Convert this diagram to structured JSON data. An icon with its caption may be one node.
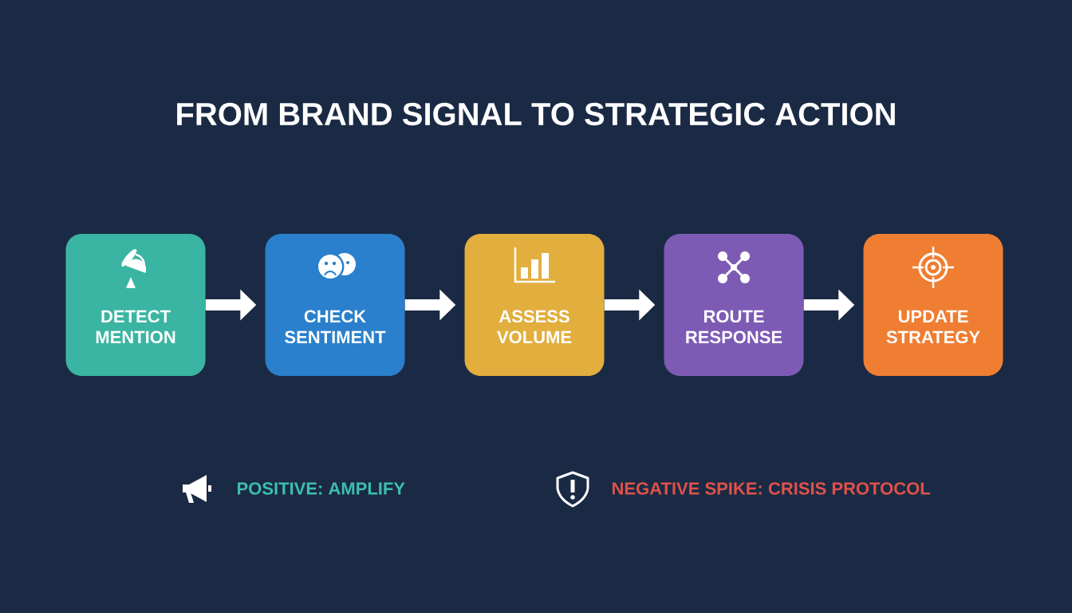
{
  "diagram": {
    "title": "FROM BRAND SIGNAL TO STRATEGIC ACTION",
    "nodes": [
      {
        "text": [
          "DETECT MENTION"
        ]
      },
      {
        "text": [
          "CHECK SENTIMENT"
        ]
      },
      {
        "text": [
          "ASSESS VOLUME"
        ]
      },
      {
        "text": [
          "ROUTE RESPONSE"
        ]
      },
      {
        "text": [
          "UPDATE STRATEGY"
        ]
      }
    ],
    "edges": [
      {
        "from": 0,
        "to": 1,
        "arrow": "to"
      },
      {
        "from": 1,
        "to": 2,
        "arrow": "to"
      },
      {
        "from": 2,
        "to": 3,
        "arrow": "to"
      },
      {
        "from": 3,
        "to": 4,
        "arrow": "to"
      }
    ],
    "labels": [
      "POSITIVE: AMPLIFY",
      "NEGATIVE SPIKE: CRISIS PROTOCOL"
    ]
  }
}
